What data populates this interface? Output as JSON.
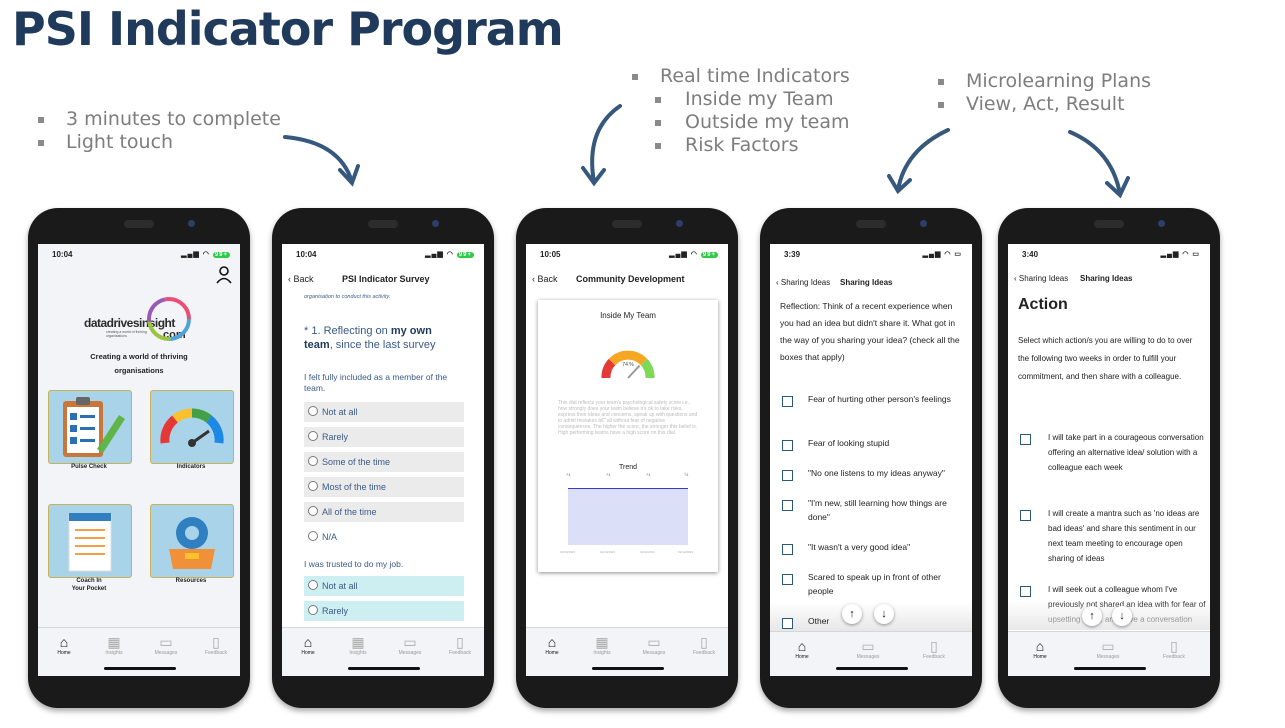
{
  "title": "PSI Indicator Program",
  "bullets": {
    "group1": [
      "3 minutes to complete",
      "Light touch"
    ],
    "group2_main": "Real time Indicators",
    "group2_sub": [
      "Inside my Team",
      "Outside my team",
      "Risk Factors"
    ],
    "group3": [
      "Microlearning Plans",
      "View, Act, Result"
    ]
  },
  "tabbar": {
    "home": "Home",
    "insights": "Insights",
    "messages": "Messages",
    "feedback": "Feedback"
  },
  "battery": "99+",
  "phone1": {
    "time": "10:04",
    "logo_main": "datadrivesinsight",
    "logo_tld": ".com",
    "logo_tag": "creating a world of thriving organisations",
    "tagline_1": "Creating a world of thriving",
    "tagline_2": "organisations",
    "tiles": {
      "pulse": "Pulse Check",
      "indicators": "Indicators",
      "coach_1": "Coach In",
      "coach_2": "Your Pocket",
      "resources": "Resources"
    }
  },
  "phone2": {
    "time": "10:04",
    "back": "Back",
    "title": "PSI Indicator Survey",
    "intro": "organisation to conduct this activity.",
    "q_prefix": "* 1. Reflecting on ",
    "q_bold1": "my own",
    "q_bold2": "team",
    "q_suffix": ", since the last survey",
    "statement1": "I felt fully included as a member of the team.",
    "options": [
      "Not at all",
      "Rarely",
      "Some of the time",
      "Most of the time",
      "All of the time",
      "N/A"
    ],
    "statement2": "I was trusted to do my job.",
    "options2": [
      "Not at all",
      "Rarely"
    ]
  },
  "phone3": {
    "time": "10:05",
    "back": "Back",
    "title": "Community Development",
    "card_title": "Inside My Team",
    "gauge_value": "74 %",
    "gauge_fraction": 0.74,
    "description": "This dial reflects your team's psychological safety score i.e., how strongly does your team believe it's ok to take risks, express their ideas and concerns, speak up with questions and to admit mistakes â€“ all without fear of negative consequences. The higher the score, the stronger this belief is. High performing teams have a high score on this dial.",
    "trend_label": "Trend",
    "trend_points": [
      "74",
      "74",
      "74",
      "74"
    ],
    "trend_dates": [
      "01/09/2023",
      "01/10/2023",
      "01/11/2023",
      "01/12/2023"
    ]
  },
  "phone4": {
    "time": "3:39",
    "back": "Sharing Ideas",
    "title": "Sharing Ideas",
    "prompt": "Reflection: Think of a recent experience when you had an idea but didn't share it. What got in the way of you sharing your idea? (check all the boxes that apply)",
    "items": [
      "Fear of hurting other person's feelings",
      "Fear of looking stupid",
      "\"No one listens to my ideas anyway\"",
      "\"I'm new, still learning how things are done\"",
      "\"It wasn't a very good idea\"",
      "Scared to speak up in front of other people",
      "Other"
    ],
    "scroll_up": "↑",
    "scroll_down": "↓"
  },
  "phone5": {
    "time": "3:40",
    "back": "Sharing Ideas",
    "title": "Sharing Ideas",
    "heading": "Action",
    "intro": "Select which action/s you are willing to do to over the following two weeks in order to fulfill your commitment, and then share with a colleague.",
    "items": [
      "I will take part in a courageous conversation offering an alternative idea/ solution with a colleague each week",
      "I will create a mantra such as 'no ideas are bad ideas' and share this sentiment in our next team meeting to encourage open sharing of ideas",
      "I will seek out a colleague whom I've previously not shared an idea with for fear of upsetting them, and have a conversation with them about it"
    ],
    "scroll_up": "↑",
    "scroll_down": "↓"
  }
}
